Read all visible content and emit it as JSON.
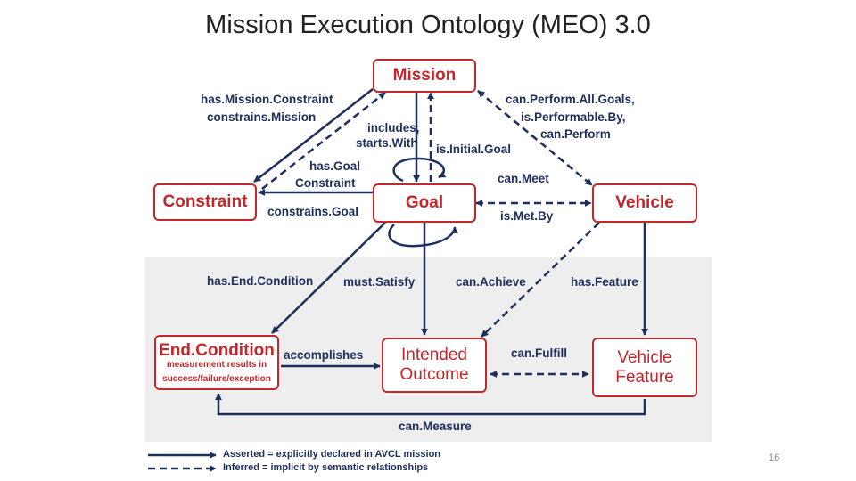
{
  "title": "Mission Execution Ontology (MEO) 3.0",
  "nodes": {
    "mission": "Mission",
    "constraint": "Constraint",
    "goal": "Goal",
    "vehicle": "Vehicle",
    "end_condition": {
      "name": "End.Condition",
      "sub1": "measurement results in",
      "sub2": "success/failure/exception"
    },
    "intended_outcome": {
      "line1": "Intended",
      "line2": "Outcome"
    },
    "vehicle_feature": {
      "line1": "Vehicle",
      "line2": "Feature"
    }
  },
  "edges": {
    "has_mission_constraint": "has.Mission.Constraint",
    "constrains_mission": "constrains.Mission",
    "includes": "includes,",
    "starts_with": "starts.With",
    "is_initial_goal": "is.Initial.Goal",
    "can_perform_all_goals": "can.Perform.All.Goals,",
    "is_performable_by": "is.Performable.By,",
    "can_perform": "can.Perform",
    "has_goal_constraint_1": "has.Goal",
    "has_goal_constraint_2": "Constraint",
    "constrains_goal": "constrains.Goal",
    "can_meet": "can.Meet",
    "is_met_by": "is.Met.By",
    "has_end_condition": "has.End.Condition",
    "must_satisfy": "must.Satisfy",
    "can_achieve": "can.Achieve",
    "has_feature": "has.Feature",
    "accomplishes": "accomplishes",
    "can_fulfill": "can.Fulfill",
    "can_measure": "can.Measure"
  },
  "legend": {
    "asserted": "Asserted = explicitly declared in AVCL mission",
    "inferred": "Inferred  = implicit by semantic relationships"
  },
  "colors": {
    "node": "#c0282d",
    "edge": "#1f2f5c",
    "band": "#eeeeee"
  },
  "page_number": "16"
}
